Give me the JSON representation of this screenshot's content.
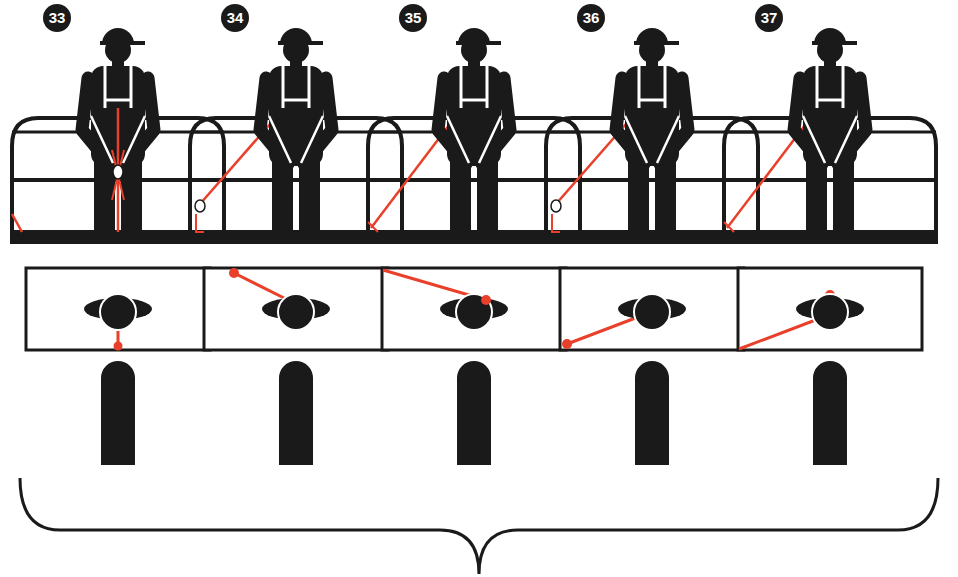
{
  "diagram": {
    "labels": [
      "33",
      "34",
      "35",
      "36",
      "37"
    ]
  }
}
